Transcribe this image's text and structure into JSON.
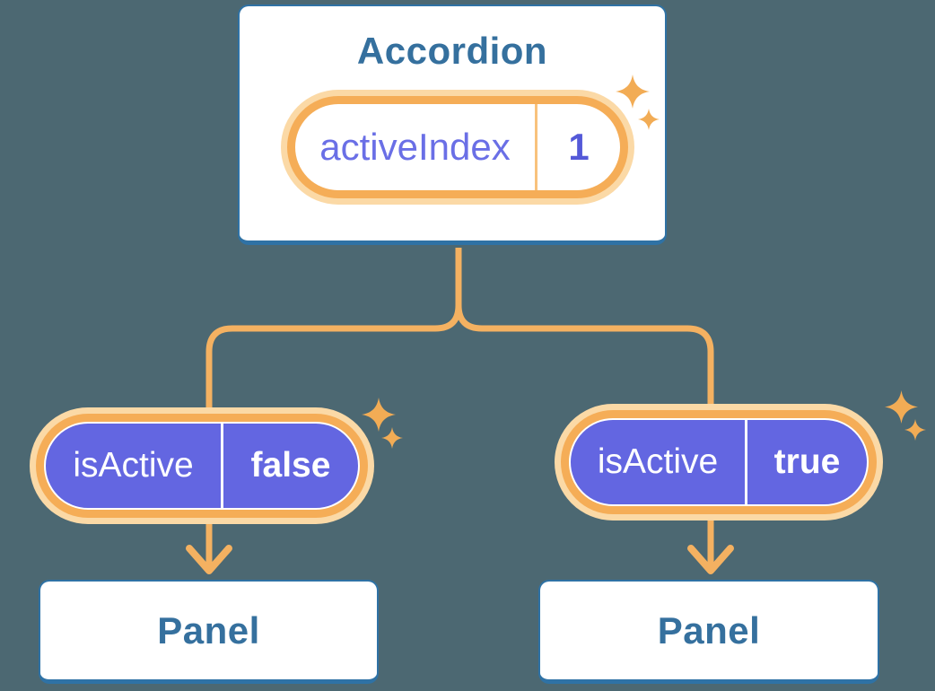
{
  "diagram": {
    "description": "React component tree diagram: Accordion state passed as props to two Panels",
    "background_color": "#4C6872",
    "colors": {
      "card_border_blue": "#2F72A5",
      "heading_text_blue": "#35709E",
      "connector_orange": "#F4B161",
      "ring_orange": "#F5AD57",
      "ring_peach": "#FBD9A6",
      "pill_purple": "#6366E1",
      "state_label_purple": "#6A6FE6",
      "state_value_purple": "#5459D8"
    },
    "accordion": {
      "title": "Accordion",
      "state_pill": {
        "label": "activeIndex",
        "value": "1"
      }
    },
    "branches": {
      "left": {
        "prop_pill": {
          "label": "isActive",
          "value": "false"
        },
        "panel": {
          "title": "Panel"
        }
      },
      "right": {
        "prop_pill": {
          "label": "isActive",
          "value": "true"
        },
        "panel": {
          "title": "Panel"
        }
      }
    },
    "icons": {
      "sparkle": "four-point-star",
      "arrow": "chevron-down-arrow"
    }
  }
}
